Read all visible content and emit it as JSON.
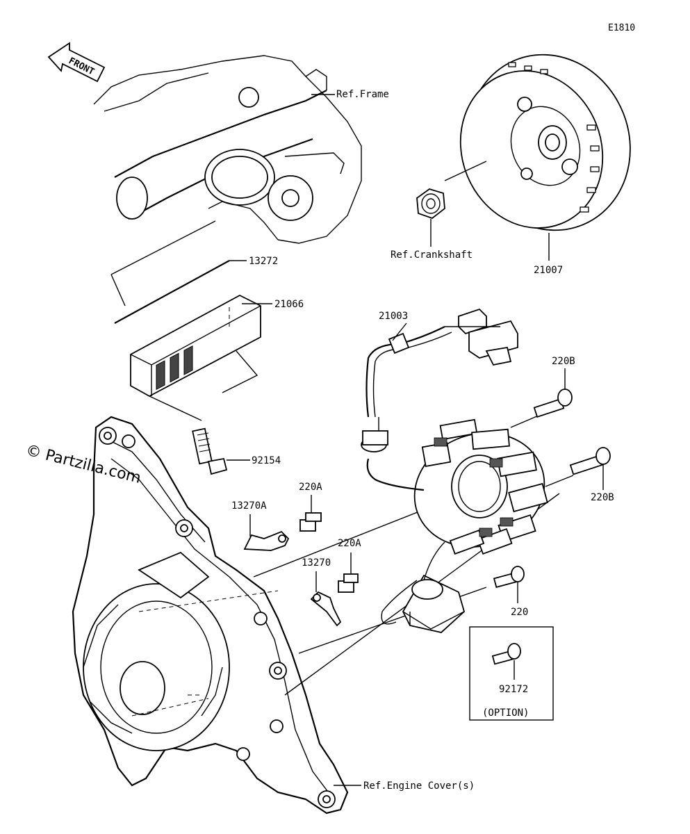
{
  "diagram_code": "E1810",
  "watermark": "© Partzilla.com",
  "front_arrow": "FRONT",
  "labels": {
    "ref_frame": "Ref.Frame",
    "ref_crankshaft": "Ref.Crankshaft",
    "ref_engine_cover": "Ref.Engine Cover(s)",
    "p13272": "13272",
    "p21066": "21066",
    "p21003": "21003",
    "p21007": "21007",
    "p220B_top": "220B",
    "p220B_mid": "220B",
    "p92154": "92154",
    "p220A_upper": "220A",
    "p13270A": "13270A",
    "p220A_lower": "220A",
    "p13270": "13270",
    "p220": "220",
    "p92172": "92172",
    "option": "(OPTION)"
  }
}
